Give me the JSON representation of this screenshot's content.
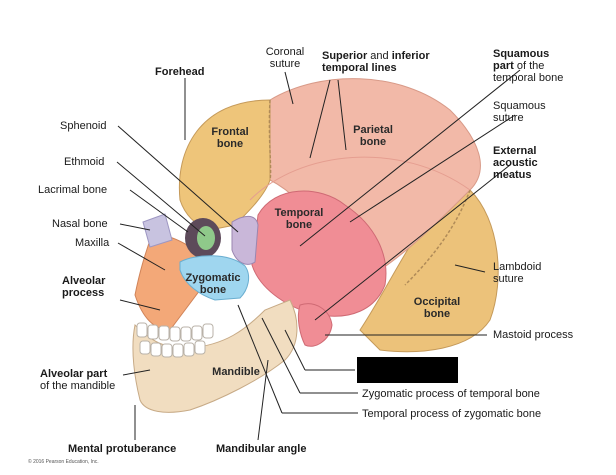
{
  "labels": {
    "forehead": "Forehead",
    "coronal_suture": "Coronal\nsuture",
    "superior_inferior_bold1": "Superior",
    "superior_inferior_and": " and ",
    "superior_inferior_bold2": "inferior",
    "temporal_lines": "temporal lines",
    "squamous_part_bold": "Squamous\npart",
    "squamous_part_rest": " of the",
    "squamous_part_line3": "temporal bone",
    "squamous_suture": "Squamous\nsuture",
    "external_acoustic_meatus": "External\nacoustic\nmeatus",
    "sphenoid": "Sphenoid",
    "ethmoid": "Ethmoid",
    "lacrimal_bone": "Lacrimal bone",
    "nasal_bone": "Nasal bone",
    "maxilla": "Maxilla",
    "alveolar_process": "Alveolar\nprocess",
    "lambdoid_suture": "Lambdoid\nsuture",
    "mastoid_process": "Mastoid process",
    "alveolar_part_bold": "Alveolar part",
    "alveolar_part_rest": "of the mandible",
    "zygomatic_process_temporal": "Zygomatic process of temporal bone",
    "temporal_process_zygomatic": "Temporal process of zygomatic bone",
    "mental_protuberance": "Mental protuberance",
    "mandibular_angle": "Mandibular angle",
    "frontal_bone": "Frontal\nbone",
    "parietal_bone": "Parietal\nbone",
    "temporal_bone": "Temporal\nbone",
    "zygomatic_bone": "Zygomatic\nbone",
    "occipital_bone": "Occipital\nbone",
    "mandible": "Mandible"
  },
  "copyright": "© 2016 Pearson Education, Inc.",
  "colors": {
    "frontal": "#eec57a",
    "parietal": "#f2b9a8",
    "temporal": "#f08d95",
    "occipital": "#ecc27a",
    "zygomatic": "#9fd6ef",
    "maxilla": "#f3a878",
    "mandible": "#f1ddc0",
    "sphenoid": "#c9b7d9",
    "nasal": "#c8c3e0",
    "ethmoid": "#8fc98a",
    "leader": "#222222"
  }
}
